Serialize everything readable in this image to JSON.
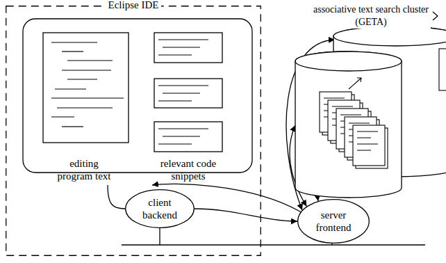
{
  "diagram": {
    "nodes": [
      {
        "text": [
          "Eclipse IDE"
        ]
      },
      {
        "text": [
          "editing program text"
        ],
        "in": 0
      },
      {
        "text": [
          "relevant code snippets"
        ],
        "in": 0
      },
      {
        "text": [
          "client backend"
        ],
        "in": 0
      },
      {
        "text": [
          "server frontend"
        ]
      },
      {
        "text": [
          "associative text search cluster (GETA)"
        ]
      }
    ],
    "edges": [
      {
        "from": 1,
        "to": 3,
        "arrow": "none"
      },
      {
        "from": 3,
        "to": 4,
        "arrow": "to"
      },
      {
        "from": 4,
        "to": 2,
        "arrow": "to"
      },
      {
        "from": 4,
        "to": 5,
        "arrow": "both"
      },
      {
        "from": 4,
        "to": 5,
        "arrow": "both"
      },
      {
        "from": 4,
        "to": 5,
        "arrow": "both"
      }
    ]
  }
}
